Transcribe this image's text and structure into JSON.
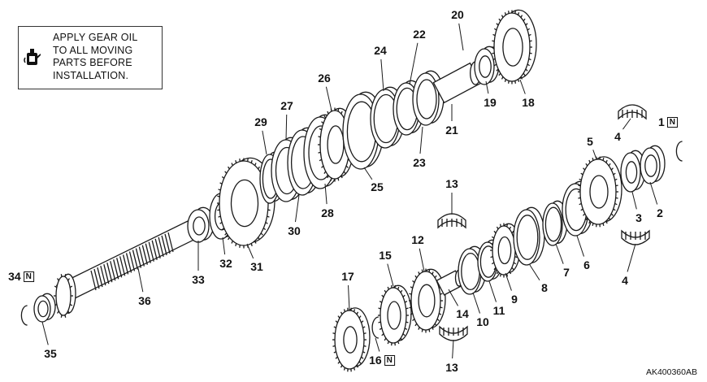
{
  "note": {
    "lines": [
      "APPLY GEAR OIL",
      "TO ALL MOVING",
      "PARTS BEFORE",
      "INSTALLATION."
    ],
    "icon": "oil-can-icon"
  },
  "replace_marker": "N",
  "figure_code": "AK400360AB",
  "part_labels": [
    {
      "id": "1",
      "text": "1",
      "new_part": true
    },
    {
      "id": "2",
      "text": "2"
    },
    {
      "id": "3",
      "text": "3"
    },
    {
      "id": "4a",
      "text": "4"
    },
    {
      "id": "4b",
      "text": "4"
    },
    {
      "id": "5",
      "text": "5"
    },
    {
      "id": "6",
      "text": "6"
    },
    {
      "id": "7",
      "text": "7"
    },
    {
      "id": "8",
      "text": "8"
    },
    {
      "id": "9",
      "text": "9"
    },
    {
      "id": "10",
      "text": "10"
    },
    {
      "id": "11",
      "text": "11"
    },
    {
      "id": "12",
      "text": "12"
    },
    {
      "id": "13a",
      "text": "13"
    },
    {
      "id": "13b",
      "text": "13"
    },
    {
      "id": "14",
      "text": "14"
    },
    {
      "id": "15",
      "text": "15"
    },
    {
      "id": "16",
      "text": "16",
      "new_part": true
    },
    {
      "id": "17",
      "text": "17"
    },
    {
      "id": "18",
      "text": "18"
    },
    {
      "id": "19",
      "text": "19"
    },
    {
      "id": "20",
      "text": "20"
    },
    {
      "id": "21",
      "text": "21"
    },
    {
      "id": "22",
      "text": "22"
    },
    {
      "id": "23",
      "text": "23"
    },
    {
      "id": "24",
      "text": "24"
    },
    {
      "id": "25",
      "text": "25"
    },
    {
      "id": "26",
      "text": "26"
    },
    {
      "id": "27",
      "text": "27"
    },
    {
      "id": "28",
      "text": "28"
    },
    {
      "id": "29",
      "text": "29"
    },
    {
      "id": "30",
      "text": "30"
    },
    {
      "id": "31",
      "text": "31"
    },
    {
      "id": "32",
      "text": "32"
    },
    {
      "id": "33",
      "text": "33"
    },
    {
      "id": "34",
      "text": "34",
      "new_part": true
    },
    {
      "id": "35",
      "text": "35"
    },
    {
      "id": "36",
      "text": "36"
    }
  ]
}
